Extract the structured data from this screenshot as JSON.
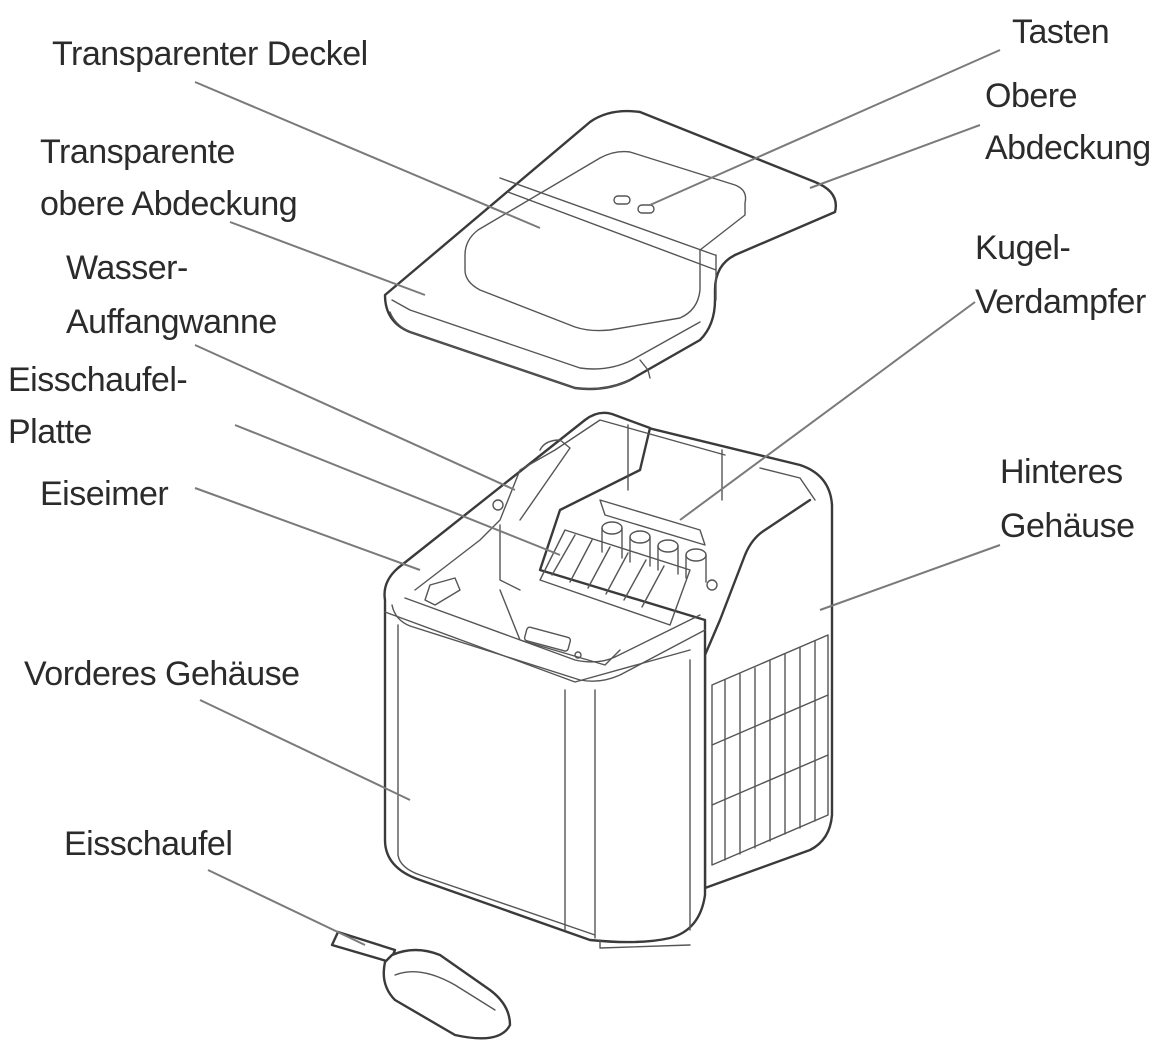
{
  "labels": {
    "transparenter_deckel": "Transparenter Deckel",
    "tasten": "Tasten",
    "obere_abdeckung_1": "Obere",
    "obere_abdeckung_2": "Abdeckung",
    "transp_obere_1": "Transparente",
    "transp_obere_2": "obere Abdeckung",
    "wasser_1": "Wasser-",
    "wasser_2": "Auffangwanne",
    "kugel_1": "Kugel-",
    "kugel_2": "Verdampfer",
    "eisschaufel_platte_1": "Eisschaufel-",
    "eisschaufel_platte_2": "Platte",
    "eiseimer": "Eiseimer",
    "hinteres_1": "Hinteres",
    "hinteres_2": "Gehäuse",
    "vorderes": "Vorderes Gehäuse",
    "eisschaufel": "Eisschaufel"
  }
}
